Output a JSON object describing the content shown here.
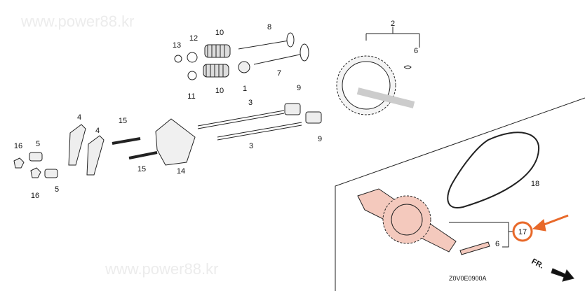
{
  "watermark": "www.power88.kr",
  "diagram_code": "Z0V0E0900A",
  "direction_label": "FR.",
  "highlight_color": "#e8692a",
  "part_fill": "#f4c9bd",
  "callouts": [
    {
      "id": "c2",
      "text": "2"
    },
    {
      "id": "c6a",
      "text": "6"
    },
    {
      "id": "c8",
      "text": "8"
    },
    {
      "id": "c10a",
      "text": "10"
    },
    {
      "id": "c12",
      "text": "12"
    },
    {
      "id": "c13",
      "text": "13"
    },
    {
      "id": "c7",
      "text": "7"
    },
    {
      "id": "c1",
      "text": "1"
    },
    {
      "id": "c11",
      "text": "11"
    },
    {
      "id": "c10b",
      "text": "10"
    },
    {
      "id": "c9a",
      "text": "9"
    },
    {
      "id": "c3a",
      "text": "3"
    },
    {
      "id": "c4a",
      "text": "4"
    },
    {
      "id": "c15a",
      "text": "15"
    },
    {
      "id": "c4b",
      "text": "4"
    },
    {
      "id": "c16a",
      "text": "16"
    },
    {
      "id": "c5a",
      "text": "5"
    },
    {
      "id": "c3b",
      "text": "3"
    },
    {
      "id": "c14",
      "text": "14"
    },
    {
      "id": "c15b",
      "text": "15"
    },
    {
      "id": "c5b",
      "text": "5"
    },
    {
      "id": "c16b",
      "text": "16"
    },
    {
      "id": "c9b",
      "text": "9"
    },
    {
      "id": "c18",
      "text": "18"
    },
    {
      "id": "c17",
      "text": "17"
    },
    {
      "id": "c6b",
      "text": "6"
    }
  ]
}
